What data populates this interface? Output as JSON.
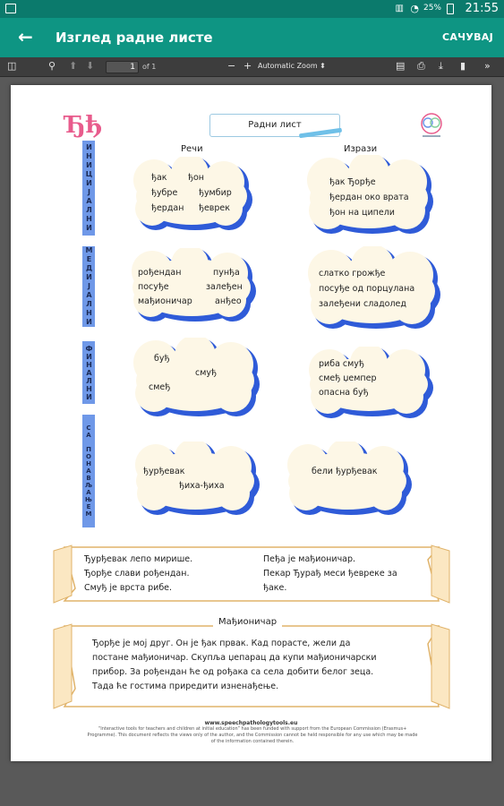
{
  "status_bar": {
    "battery": "25%",
    "time": "21:55",
    "icons": [
      "gallery-icon",
      "signal-icon",
      "wifi-icon",
      "battery-icon"
    ]
  },
  "app_bar": {
    "title": "Изглед радне листе",
    "save_label": "САЧУВАЈ",
    "back_icon": "arrow-back-icon"
  },
  "pdf_toolbar": {
    "page_number": "1",
    "page_total": "of 1",
    "zoom": "Automatic Zoom",
    "minus": "−",
    "plus": "+"
  },
  "colors": {
    "status_bar": "#0b7a6c",
    "app_bar": "#0e9583",
    "toolbar": "#3d3d3d",
    "side_label": "#6f98e8",
    "cloud_fill": "#fdf7e6",
    "cloud_shadow": "#2f5bd8",
    "letters": "#e85b8c"
  },
  "worksheet": {
    "letters": "Ђђ",
    "title": "Радни лист",
    "col_words": "Речи",
    "col_phrases": "Изрази",
    "side_labels": [
      "ИНИЦИЈАЛНИ",
      "МЕДИЈАЛНИ",
      "ФИНАЛНИ",
      "СА ПОНАВЉАЊЕМ"
    ],
    "rows": [
      {
        "words": [
          "ђак",
          "ђон",
          "ђубре",
          "ђумбир",
          "ђердан",
          "ђеврек"
        ],
        "phrases": [
          "ђак Ђорђе",
          "ђердан око врата",
          "ђон на ципели"
        ]
      },
      {
        "words": [
          "рођендан",
          "пунђа",
          "посуђе",
          "залеђен",
          "мађионичар",
          "анђео"
        ],
        "phrases": [
          "слатко грожђе",
          "посуђе од порцулана",
          "залеђени сладолед"
        ]
      },
      {
        "words": [
          "буђ",
          "смуђ",
          "смеђ"
        ],
        "phrases": [
          "риба смуђ",
          "смеђ џемпер",
          "опасна буђ"
        ]
      },
      {
        "words": [
          "ђурђевак",
          "ђиха-ђиха"
        ],
        "phrases": [
          "бели ђурђевак"
        ]
      }
    ],
    "sentences_left": [
      "Ђурђевак лепо мирише.",
      "Ђорђе слави рођендан.",
      "Смуђ је врста рибе."
    ],
    "sentences_right": [
      "Пеђа је мађионичар.",
      "Пекар Ђурађ меси ђевреке за",
      "ђаке."
    ],
    "story_title": "Мађионичар",
    "story_lines": [
      "Ђорђе је мој друг. Он је ђак првак. Кад порасте, жели да",
      "постане мађионичар. Скупља џепарац да купи мађионичарски",
      "прибор. За рођендан ће од рођака са села добити белог зеца.",
      "Тада ће гостима приредити изненађење."
    ],
    "footer_url": "www.speechpathologytools.eu",
    "footer_note": [
      "“Interactive tools for teachers and children at initial education” has been funded with support from the European Commission (Erasmus+",
      "Programme). This document reflects the views only of the author, and the Commission cannot be held responsible for any use which may be made",
      "of the information contained therein."
    ]
  }
}
